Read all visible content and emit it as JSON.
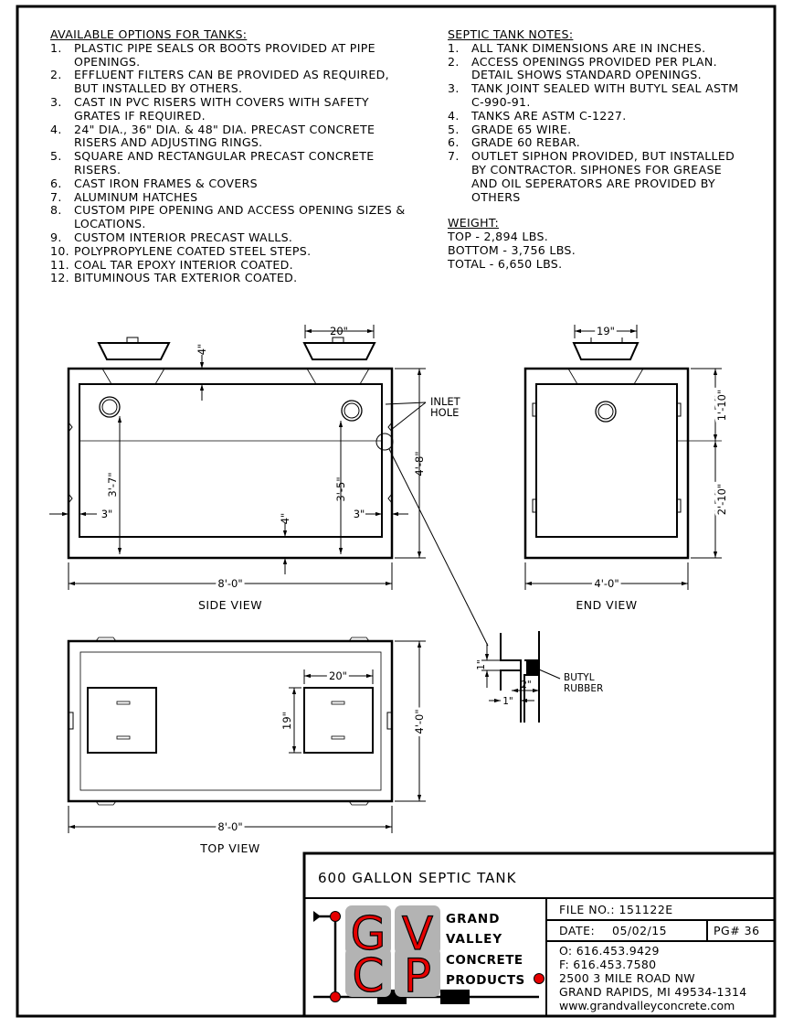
{
  "options": {
    "heading": "AVAILABLE OPTIONS FOR TANKS:",
    "items": [
      {
        "num": "1.",
        "text": "PLASTIC PIPE SEALS OR BOOTS PROVIDED AT PIPE OPENINGS."
      },
      {
        "num": "2.",
        "text": "EFFLUENT FILTERS CAN BE PROVIDED AS REQUIRED, BUT INSTALLED BY OTHERS."
      },
      {
        "num": "3.",
        "text": "CAST IN PVC RISERS WITH COVERS WITH SAFETY GRATES IF REQUIRED."
      },
      {
        "num": "4.",
        "text": "24\" DIA., 36\" DIA. & 48\" DIA. PRECAST CONCRETE RISERS AND ADJUSTING RINGS."
      },
      {
        "num": "5.",
        "text": "SQUARE AND RECTANGULAR PRECAST CONCRETE RISERS."
      },
      {
        "num": "6.",
        "text": "CAST IRON FRAMES & COVERS"
      },
      {
        "num": "7.",
        "text": "ALUMINUM HATCHES"
      },
      {
        "num": "8.",
        "text": "CUSTOM PIPE OPENING AND ACCESS OPENING SIZES & LOCATIONS."
      },
      {
        "num": "9.",
        "text": "CUSTOM INTERIOR PRECAST WALLS."
      },
      {
        "num": "10.",
        "text": "POLYPROPYLENE COATED STEEL STEPS."
      },
      {
        "num": "11.",
        "text": "COAL TAR EPOXY INTERIOR COATED."
      },
      {
        "num": "12.",
        "text": "BITUMINOUS TAR EXTERIOR COATED."
      }
    ]
  },
  "notes": {
    "heading": "SEPTIC TANK NOTES:",
    "items": [
      {
        "num": "1.",
        "text": "ALL TANK DIMENSIONS ARE IN INCHES."
      },
      {
        "num": "2.",
        "text": "ACCESS OPENINGS PROVIDED PER PLAN. DETAIL SHOWS STANDARD OPENINGS."
      },
      {
        "num": "3.",
        "text": "TANK JOINT SEALED WITH BUTYL SEAL ASTM C-990-91."
      },
      {
        "num": "4.",
        "text": "TANKS ARE ASTM C-1227."
      },
      {
        "num": "5.",
        "text": "GRADE 65 WIRE."
      },
      {
        "num": "6.",
        "text": "GRADE 60 REBAR."
      },
      {
        "num": "7.",
        "text": "OUTLET SIPHON PROVIDED, BUT INSTALLED BY CONTRACTOR. SIPHONES FOR GREASE AND OIL SEPERATORS ARE PROVIDED BY OTHERS"
      }
    ]
  },
  "weight": {
    "heading": "WEIGHT:",
    "top": "TOP - 2,894 LBS.",
    "bottom": "BOTTOM - 3,756 LBS.",
    "total": "TOTAL - 6,650 LBS."
  },
  "side_view": {
    "label": "SIDE VIEW",
    "dim_riser": "20\"",
    "dim_top": "4\"",
    "dim_inner_left": "3'-7\"",
    "dim_inner_right": "3'-5\"",
    "dim_height": "4'-8\"",
    "dim_wall_left": "3\"",
    "dim_wall_right": "3\"",
    "dim_bottom": "4\"",
    "dim_length": "8'-0\"",
    "inlet_label_1": "INLET",
    "inlet_label_2": "HOLE"
  },
  "end_view": {
    "label": "END VIEW",
    "dim_riser": "19\"",
    "dim_upper": "1'-10\"",
    "dim_lower": "2'-10\"",
    "dim_width": "4'-0\""
  },
  "top_view": {
    "label": "TOP VIEW",
    "dim_opening_w": "20\"",
    "dim_opening_h": "19\"",
    "dim_width": "4'-0\"",
    "dim_length": "8'-0\""
  },
  "joint_detail": {
    "dim_a": "1\"",
    "dim_b": "2\"",
    "dim_c": "1\"",
    "label_1": "BUTYL",
    "label_2": "RUBBER"
  },
  "title_block": {
    "title": "600 GALLON SEPTIC TANK",
    "file_no": "FILE NO.: 151122E",
    "date_label": "DATE:",
    "date_value": "05/02/15",
    "page": "PG# 36",
    "phone": "O: 616.453.9429",
    "fax": "F: 616.453.7580",
    "address1": "2500 3 MILE ROAD NW",
    "address2": "GRAND RAPIDS, MI 49534-1314",
    "website": "www.grandvalleyconcrete.com",
    "logo_letters": [
      "G",
      "V",
      "C",
      "P"
    ],
    "company": [
      "GRAND",
      "VALLEY",
      "CONCRETE",
      "PRODUCTS"
    ],
    "logo_red": "#e60000",
    "logo_gray": "#b3b3b3"
  }
}
